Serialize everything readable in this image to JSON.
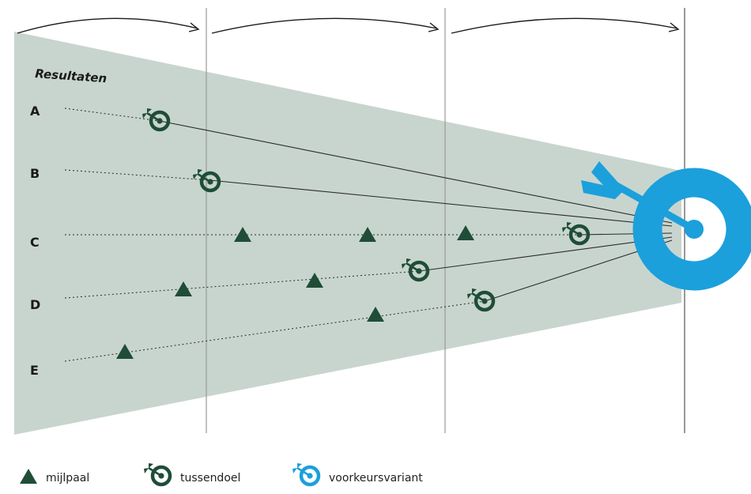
{
  "title": "Resultaten",
  "rows": [
    {
      "label": "A"
    },
    {
      "label": "B"
    },
    {
      "label": "C"
    },
    {
      "label": "D"
    },
    {
      "label": "E"
    }
  ],
  "legend": {
    "milestone": "mijlpaal",
    "intermediate_goal": "tussendoel",
    "preferred_variant": "voorkeursvariant"
  },
  "colors": {
    "funnel": "#c8d5cf",
    "dark_green": "#1f4d38",
    "blue": "#1ba0dc",
    "line": "#2a2a2a"
  },
  "icons": {
    "milestone": "triangle-icon",
    "intermediate_goal": "target-arrow-icon",
    "preferred_variant": "large-target-arrow-icon"
  }
}
